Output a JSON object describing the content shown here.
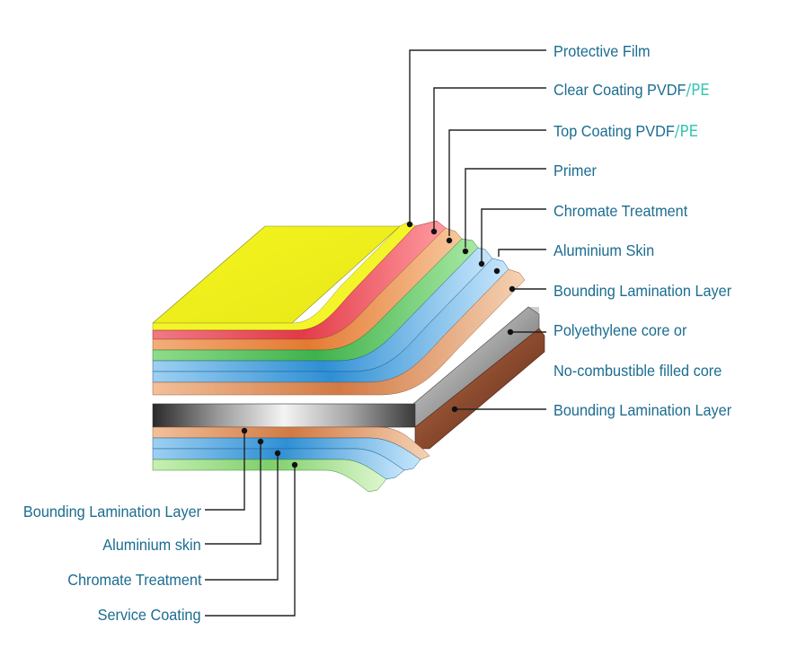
{
  "right_labels": [
    {
      "text": "Protective Film"
    },
    {
      "text": "Clear Coating PVDF",
      "suffix": "/PE"
    },
    {
      "text": "Top Coating PVDF",
      "suffix": "/PE"
    },
    {
      "text": "Primer"
    },
    {
      "text": "Chromate Treatment"
    },
    {
      "text": "Aluminium Skin"
    },
    {
      "text": "Bounding Lamination Layer"
    },
    {
      "text": "Polyethylene core or"
    },
    {
      "text": "No-combustible filled core"
    },
    {
      "text": "Bounding Lamination Layer"
    }
  ],
  "left_labels": [
    {
      "text": "Bounding Lamination Layer"
    },
    {
      "text": "Aluminium skin"
    },
    {
      "text": "Chromate Treatment"
    },
    {
      "text": "Service Coating"
    }
  ],
  "colors": {
    "label_text": "#1c6c90",
    "accent_text": "#39c7b4",
    "protective_film": "#f2f22a",
    "clear_coating": "#e03a45",
    "top_coating": "#e8833d",
    "primer": "#4fbe5a",
    "chromate": "#3a9ad8",
    "aluminium": "#3d8fd0",
    "lamination": "#d98a52",
    "core": "#6f6f6f",
    "lamination_bottom": "#7a3e28",
    "service_coating": "#7fcf6a"
  }
}
